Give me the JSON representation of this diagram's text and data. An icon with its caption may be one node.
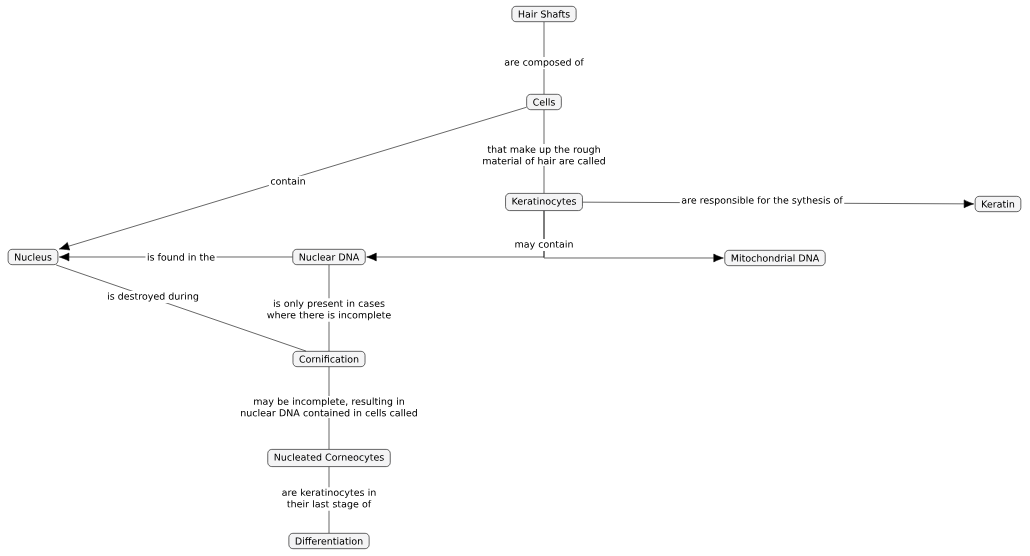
{
  "diagram": {
    "nodes": [
      {
        "text": [
          "Hair Shafts"
        ]
      },
      {
        "text": [
          "Cells"
        ]
      },
      {
        "text": [
          "Keratinocytes"
        ]
      },
      {
        "text": [
          "Keratin"
        ]
      },
      {
        "text": [
          "Nucleus"
        ]
      },
      {
        "text": [
          "Nuclear DNA"
        ]
      },
      {
        "text": [
          "Mitochondrial DNA"
        ]
      },
      {
        "text": [
          "Cornification"
        ]
      },
      {
        "text": [
          "Nucleated Corneocytes"
        ]
      },
      {
        "text": [
          "Differentiation"
        ]
      }
    ],
    "edges": [
      {
        "from": 0,
        "to": 1,
        "arrow": "none",
        "label": "are composed of"
      },
      {
        "from": 1,
        "to": 2,
        "arrow": "none",
        "label": "that make up the rough material of hair are called"
      },
      {
        "from": 1,
        "to": 4,
        "arrow": "to",
        "label": "contain"
      },
      {
        "from": 2,
        "to": 3,
        "arrow": "to",
        "label": "are responsible for the sythesis of"
      },
      {
        "from": 2,
        "to": 5,
        "arrow": "to",
        "label": "may contain"
      },
      {
        "from": 2,
        "to": 6,
        "arrow": "to"
      },
      {
        "from": 5,
        "to": 4,
        "arrow": "to",
        "label": "is found in the"
      },
      {
        "from": 5,
        "to": 7,
        "arrow": "none",
        "label": "is only present in cases where there is incomplete"
      },
      {
        "from": 4,
        "to": 7,
        "arrow": "none",
        "label": "is destroyed during"
      },
      {
        "from": 7,
        "to": 8,
        "arrow": "none",
        "label": "may be incomplete, resulting in nuclear DNA contained in cells called"
      },
      {
        "from": 8,
        "to": 9,
        "arrow": "none",
        "label": "are keratinocytes in their last stage of"
      }
    ]
  }
}
